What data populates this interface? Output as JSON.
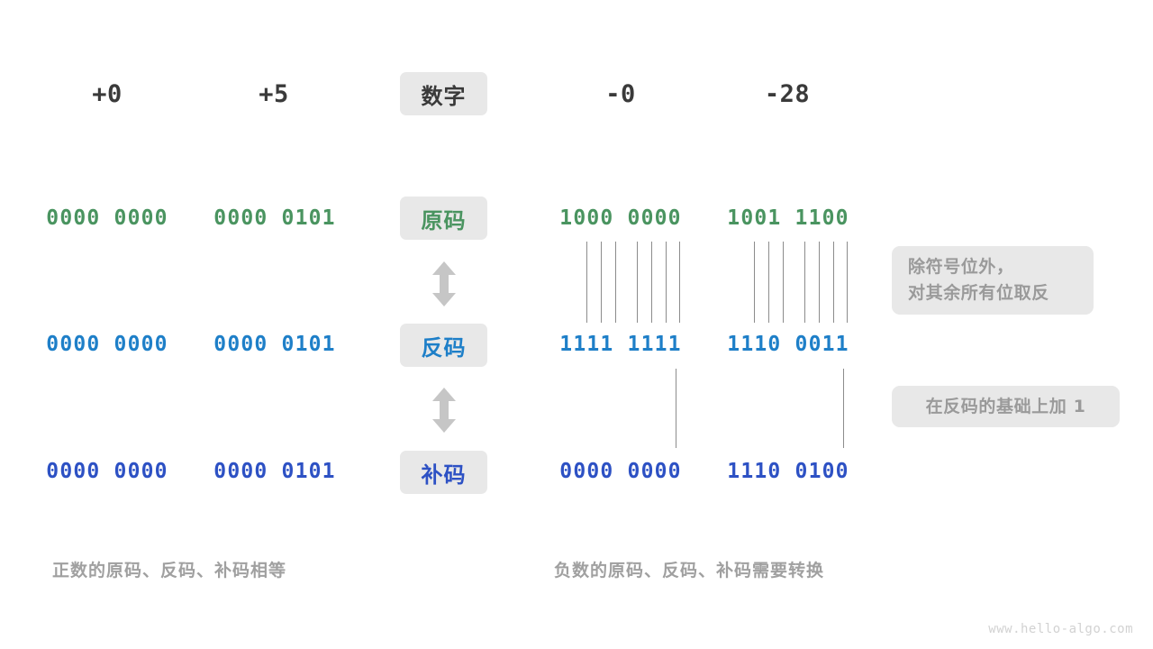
{
  "page": {
    "background": "#ffffff",
    "watermark": "www.hello-algo.com"
  },
  "colors": {
    "text_dark": "#3a3a3a",
    "chip_bg": "#e8e8e8",
    "green": "#4a9460",
    "blue": "#1e7fc8",
    "navy": "#2d51c4",
    "muted": "#9a9a9a",
    "tick": "#8c8c8c",
    "arrow": "#c6c6c6"
  },
  "header": {
    "label": "数字",
    "numbers": [
      "+0",
      "+5",
      "-0",
      "-28"
    ]
  },
  "rows": [
    {
      "label": "原码",
      "label_color": "#4a9460",
      "value_class": "green",
      "values": [
        "0000 0000",
        "0000 0101",
        "1000 0000",
        "1001 1100"
      ]
    },
    {
      "label": "反码",
      "label_color": "#1e7fc8",
      "value_class": "blue",
      "values": [
        "0000 0000",
        "0000 0101",
        "1111 1111",
        "1110 0011"
      ]
    },
    {
      "label": "补码",
      "label_color": "#2d51c4",
      "value_class": "navy",
      "values": [
        "0000 0000",
        "0000 0101",
        "0000 0000",
        "1110 0100"
      ]
    }
  ],
  "arrows": {
    "icon": "double-arrow-vertical",
    "count": 2
  },
  "callouts": [
    {
      "lines": [
        "除符号位外，",
        "对其余所有位取反"
      ]
    },
    {
      "lines": [
        "在反码的基础上加  1"
      ]
    }
  ],
  "captions": {
    "left": "正数的原码、反码、补码相等",
    "right": "负数的原码、反码、补码需要转换"
  }
}
